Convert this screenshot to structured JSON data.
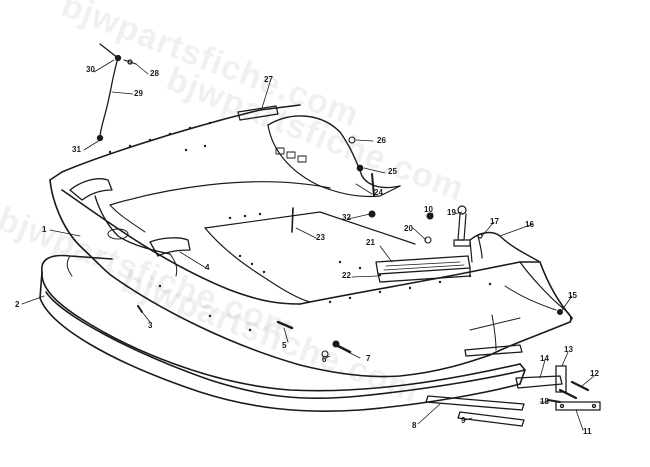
{
  "watermark": "bjwpartsfiche.com",
  "ink_color": "#1a1a1a",
  "background_color": "#ffffff",
  "callouts": [
    "1",
    "2",
    "3",
    "4",
    "5",
    "6",
    "7",
    "8",
    "9",
    "10",
    "11",
    "12",
    "13",
    "14",
    "15",
    "16",
    "17",
    "18",
    "19",
    "20",
    "21",
    "22",
    "23",
    "24",
    "25",
    "26",
    "27",
    "28",
    "29",
    "30",
    "31",
    "32"
  ]
}
